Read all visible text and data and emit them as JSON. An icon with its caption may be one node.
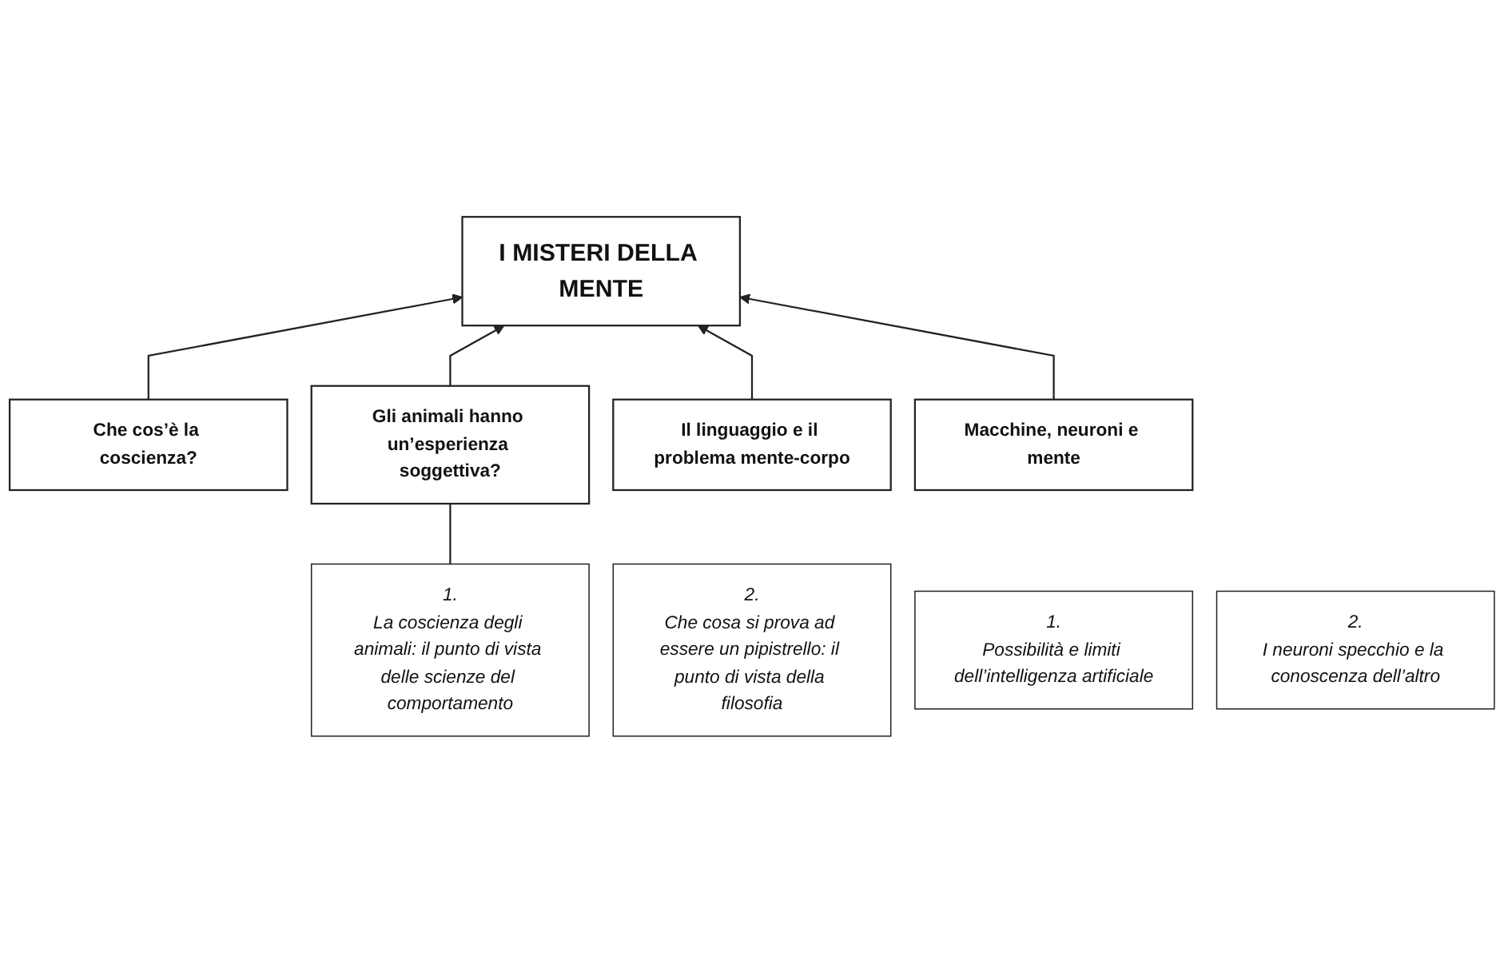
{
  "diagram": {
    "nodes": [
      {
        "text": [
          "I MISTERI DELLA MENTE"
        ]
      },
      {
        "text": [
          "Che cos’è la coscienza?"
        ]
      },
      {
        "text": [
          "Gli animali hanno un’esperienza soggettiva?"
        ]
      },
      {
        "text": [
          "Il linguaggio e il problema mente-corpo"
        ]
      },
      {
        "text": [
          "Macchine, neuroni e mente"
        ]
      },
      {
        "text": [
          "1.",
          "La coscienza degli animali: il punto di vista delle scienze del comportamento"
        ]
      },
      {
        "text": [
          "2.",
          "Che cosa si prova ad essere un pipistrello: il punto di vista della filosofia"
        ]
      },
      {
        "text": [
          "1.",
          "Possibilità e limiti dell’intelligenza artificiale"
        ]
      },
      {
        "text": [
          "2.",
          "I neuroni specchio e la conoscenza dell’altro"
        ]
      }
    ],
    "edges": [
      {
        "from": 1,
        "to": 0,
        "arrow": "to"
      },
      {
        "from": 2,
        "to": 0,
        "arrow": "to"
      },
      {
        "from": 3,
        "to": 0,
        "arrow": "to"
      },
      {
        "from": 4,
        "to": 0,
        "arrow": "to"
      },
      {
        "from": 2,
        "to": 5,
        "arrow": "none"
      }
    ]
  }
}
